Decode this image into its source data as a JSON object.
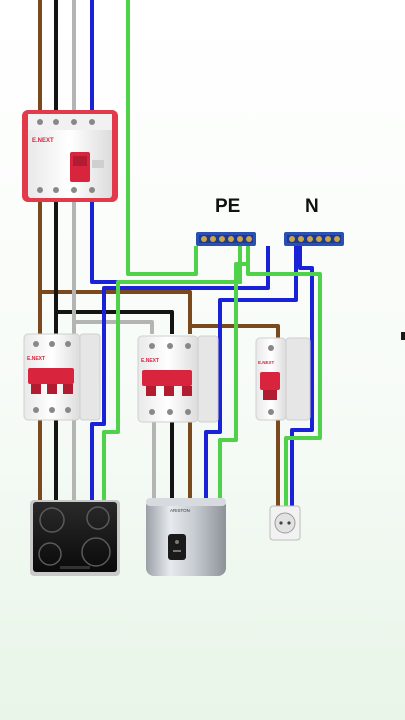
{
  "labels": {
    "pe": "PE",
    "n": "N"
  },
  "device_text": {
    "rcd_brand": "E.NEXT",
    "mcb_brand": "E.NEXT",
    "mcb_small_brand": "E.NEXT",
    "boiler_brand": "ARISTON"
  },
  "colors": {
    "wire_brown": "#7a4a1e",
    "wire_black": "#141414",
    "wire_grey": "#b4b4b4",
    "wire_blue": "#1a22d8",
    "wire_green": "#4fd14a",
    "breaker_red": "#d8243c",
    "bus_blue": "#2a4fb5"
  },
  "devices": [
    {
      "id": "rcd",
      "kind": "rcd"
    },
    {
      "id": "mcb-3p-left",
      "kind": "breaker"
    },
    {
      "id": "mcb-3p-middle",
      "kind": "breaker"
    },
    {
      "id": "mcb-1p-right",
      "kind": "breaker"
    },
    {
      "id": "induction-hob",
      "kind": "load"
    },
    {
      "id": "water-heater",
      "kind": "load"
    },
    {
      "id": "socket-outlet",
      "kind": "load"
    }
  ]
}
